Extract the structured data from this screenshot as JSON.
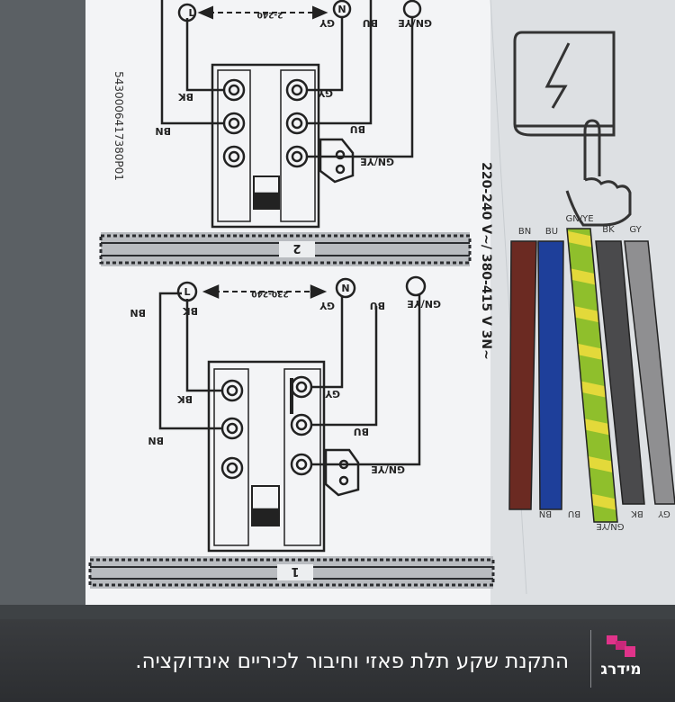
{
  "diagram": {
    "serial": "5430006417380P01",
    "voltage": "220-240 V~/ 380-415 V 3N~",
    "upper": {
      "section": "2",
      "rating": "2-240",
      "n": "N",
      "l": "L",
      "labels": {
        "bk": "BK",
        "bn": "BN",
        "gy": "GY",
        "bu": "BU",
        "gnye": "GN/YE"
      }
    },
    "lower": {
      "section": "1",
      "rating": "230-240",
      "n": "N",
      "l": "L",
      "labels": {
        "bk": "BK",
        "bn": "BN",
        "gy": "GY",
        "bu": "BU",
        "gnye": "GN/YE"
      }
    }
  },
  "legend": {
    "top": [
      "BN",
      "BU",
      "GN/YE",
      "BK",
      "GY"
    ],
    "bottom": [
      "BN",
      "BU",
      "GN/YE",
      "BK",
      "GY"
    ],
    "colors": [
      "#6b2a22",
      "#1e3f9a",
      "#9cc534",
      "#4a4a4c",
      "#8f8f91"
    ]
  },
  "caption": {
    "text": "התקנת שקע תלת פאזי וחיבור לכיריים אינדוקציה.",
    "logo": "מידרג"
  }
}
